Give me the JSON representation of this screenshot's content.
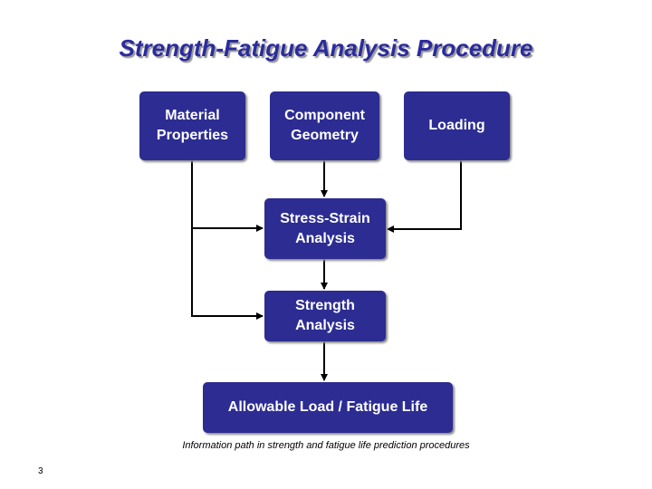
{
  "title": "Strength-Fatigue Analysis Procedure",
  "nodes": {
    "material": "Material\nProperties",
    "geometry": "Component\nGeometry",
    "loading": "Loading",
    "stress": "Stress-Strain\nAnalysis",
    "strength": "Strength\nAnalysis",
    "allowable": "Allowable Load / Fatigue Life"
  },
  "caption": "Information path in strength and fatigue life prediction procedures",
  "page_number": "3",
  "colors": {
    "box": "#2c2c92",
    "title": "#2b2b9e",
    "line": "#000000"
  }
}
